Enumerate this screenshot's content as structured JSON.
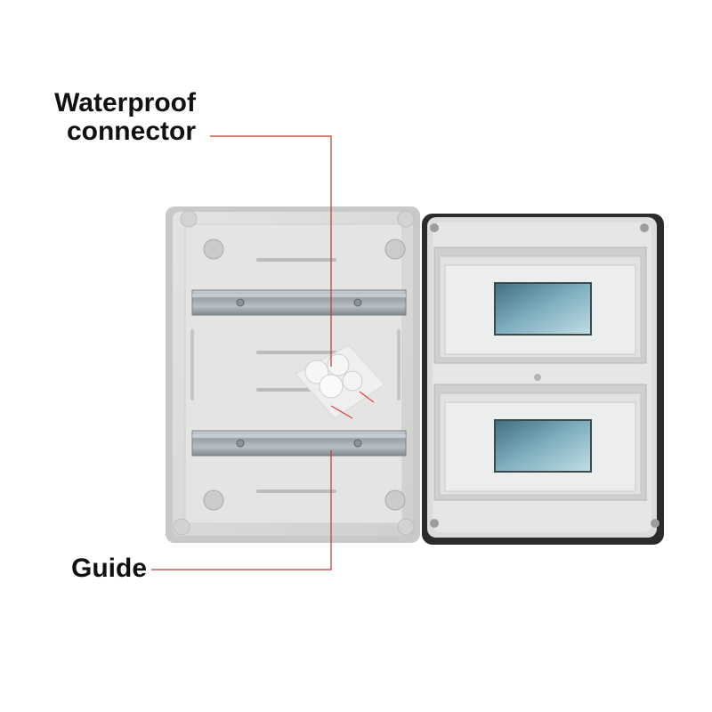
{
  "labels": {
    "waterproof_line1": "Waterproof",
    "waterproof_line2": "connector",
    "guide": "Guide"
  },
  "colors": {
    "leader_line": "#c0392b",
    "enclosure_gray": "#d9dad8",
    "enclosure_inner": "#e6e7e5",
    "lid_dark": "#2b2b2b",
    "din_rail": "#a9b0b6",
    "window_glass": "#6a97a8"
  }
}
